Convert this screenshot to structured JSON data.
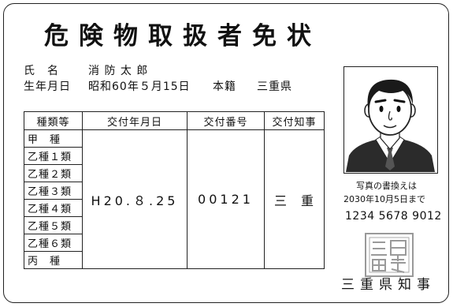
{
  "title": "危険物取扱者免状",
  "holder": {
    "name_label": "氏　名",
    "name": "消 防 太 郎",
    "dob_label": "生年月日",
    "dob": "昭和60年５月15日",
    "domicile_label": "本籍",
    "domicile": "三重県"
  },
  "table": {
    "headers": [
      "種類等",
      "交付年月日",
      "交付番号",
      "交付知事"
    ],
    "types": [
      "甲　種",
      "乙種１類",
      "乙種２類",
      "乙種３類",
      "乙種４類",
      "乙種５類",
      "乙種６類",
      "丙　種"
    ],
    "issue_date": "H20.８.25",
    "issue_number": "00121",
    "governor": "三　重"
  },
  "photo_note": {
    "line1": "写真の書換えは",
    "line2": "2030年10月5日まで"
  },
  "serial_number": "1234 5678 9012",
  "seal": {
    "lines": [
      "三重県",
      "知事印"
    ]
  },
  "issuer": "三重県知事"
}
